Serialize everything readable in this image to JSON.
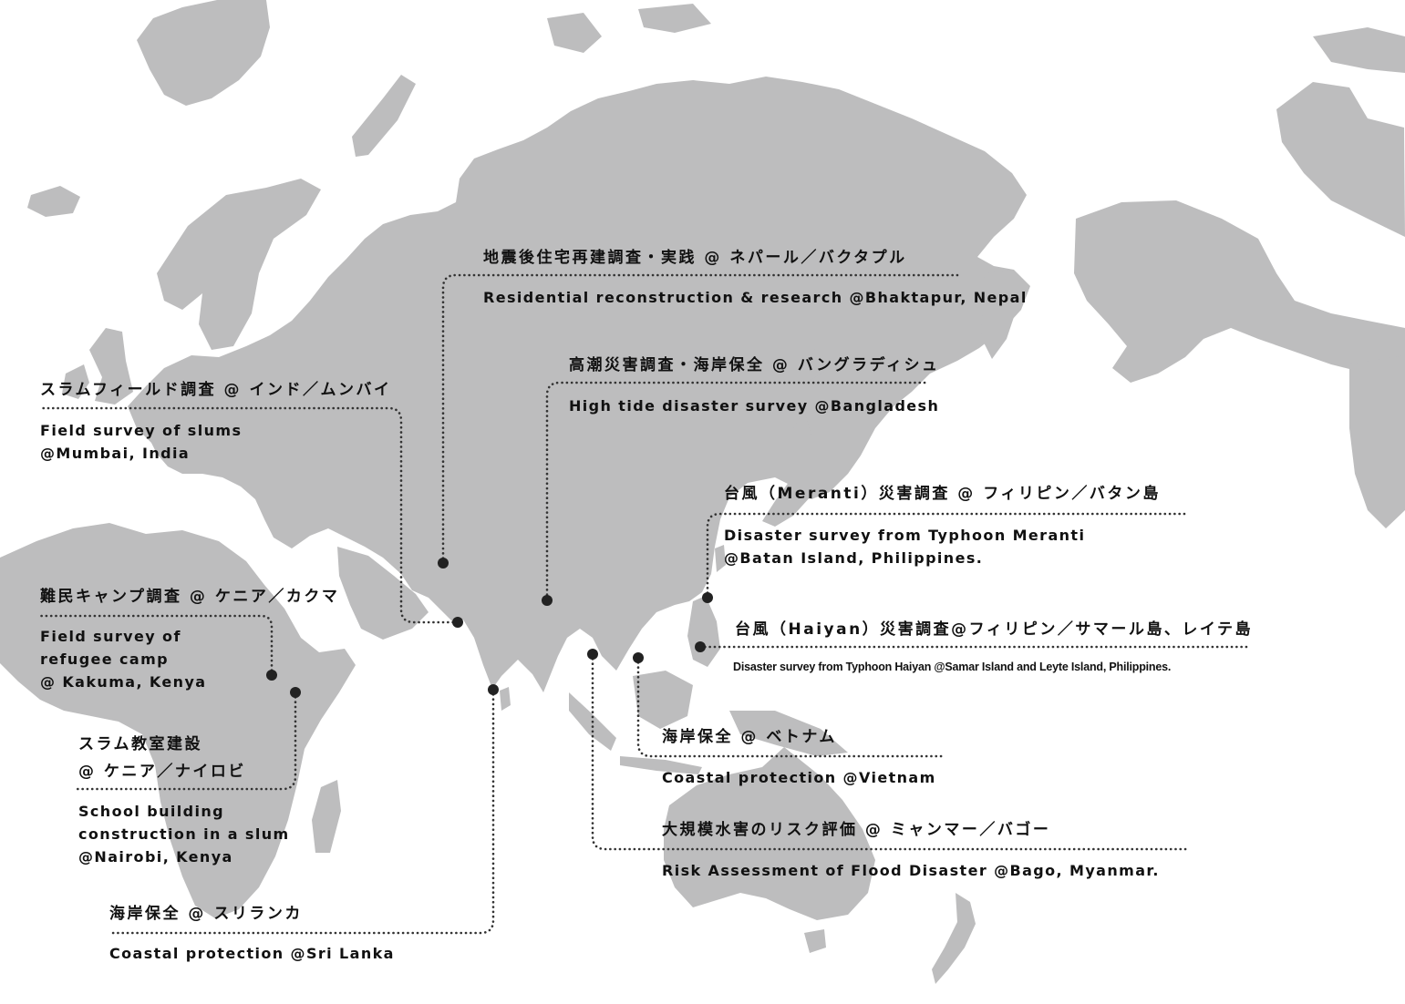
{
  "colors": {
    "land": "#bdbdbe",
    "dot": "#222222",
    "leader": "#333333",
    "text": "#111111"
  },
  "sites": {
    "nepal": {
      "jp": "地震後住宅再建調査・実践 @ ネパール／バクタプル",
      "en": "Residential reconstruction & research @Bhaktapur, Nepal"
    },
    "bangladesh": {
      "jp": "高潮災害調査・海岸保全 @ バングラディシュ",
      "en": "High tide disaster survey @Bangladesh"
    },
    "mumbai": {
      "jp": "スラムフィールド調査 @ インド／ムンバイ",
      "en": "Field survey of slums\n@Mumbai, India"
    },
    "meranti": {
      "jp": "台風（Meranti）災害調査 @ フィリピン／バタン島",
      "en": "Disaster survey from Typhoon Meranti\n@Batan Island, Philippines."
    },
    "kakuma": {
      "jp": "難民キャンプ調査 @ ケニア／カクマ",
      "en": "Field survey of\nrefugee camp\n@ Kakuma, Kenya"
    },
    "haiyan": {
      "jp": "台風（Haiyan）災害調査@フィリピン／サマール島、レイテ島",
      "en": "Disaster survey from Typhoon Haiyan @Samar Island and Leyte Island, Philippines."
    },
    "nairobi": {
      "jp": "スラム教室建設\n@ ケニア／ナイロビ",
      "en": "School building\nconstruction in a slum\n@Nairobi, Kenya"
    },
    "vietnam": {
      "jp": "海岸保全 @ ベトナム",
      "en": "Coastal protection @Vietnam"
    },
    "myanmar": {
      "jp": "大規模水害のリスク評価 @ ミャンマー／バゴー",
      "en": "Risk  Assessment of  Flood Disaster @Bago, Myanmar."
    },
    "srilanka": {
      "jp": "海岸保全 @ スリランカ",
      "en": "Coastal protection @Sri Lanka"
    }
  }
}
